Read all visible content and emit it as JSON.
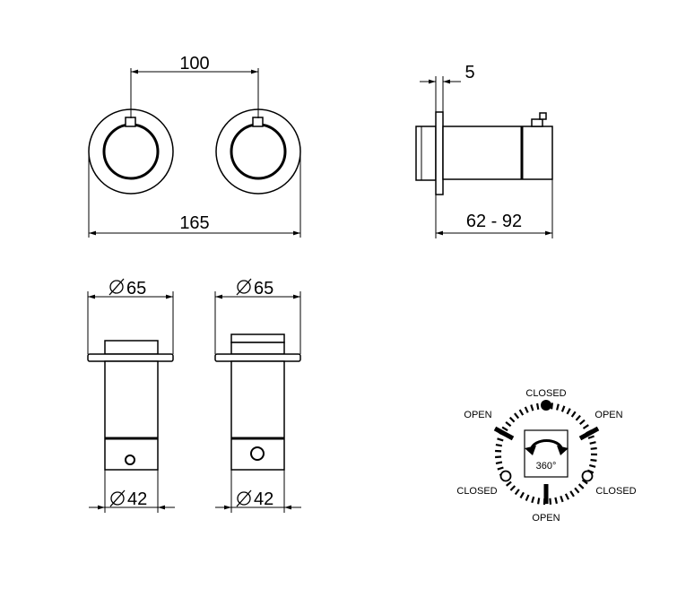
{
  "dimensions": {
    "spacing": "100",
    "total_width": "165",
    "flange_thickness": "5",
    "depth_range": "62 - 92",
    "flange_diameter_left": "65",
    "flange_diameter_right": "65",
    "body_diameter_left": "42",
    "body_diameter_right": "42"
  },
  "rotation_diagram": {
    "top": "CLOSED",
    "upper_left": "OPEN",
    "upper_right": "OPEN",
    "lower_left": "CLOSED",
    "lower_right": "CLOSED",
    "bottom": "OPEN",
    "center": "360°"
  },
  "colors": {
    "line": "#000000",
    "background": "#ffffff"
  }
}
